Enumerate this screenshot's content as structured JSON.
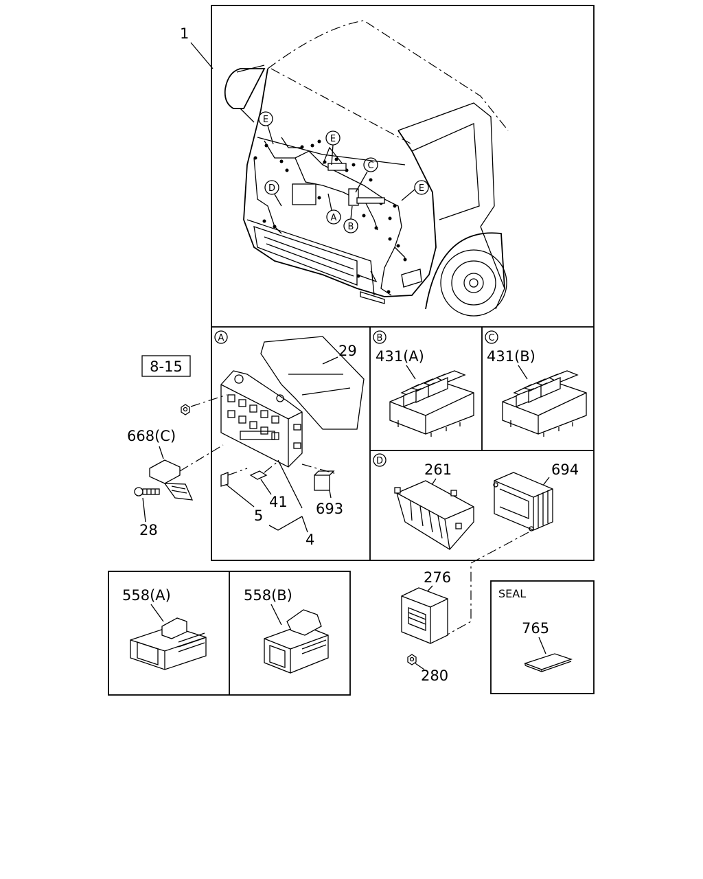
{
  "callouts": {
    "harness": "1",
    "cover": "29",
    "ref_page": "8-15",
    "bracket": "668(C)",
    "bolt": "28",
    "clip": "5",
    "relay_small": "41",
    "fuse_block": "4",
    "relay_block": "693",
    "relay_a": "431(A)",
    "relay_b": "431(B)",
    "tray": "261",
    "ecu_cover": "694",
    "ecu": "276",
    "nut": "280",
    "conn_a": "558(A)",
    "conn_b": "558(B)",
    "seal_part": "765"
  },
  "section_markers": {
    "a": "A",
    "b": "B",
    "c": "C",
    "d": "D",
    "e": "E"
  },
  "seal_label": "SEAL"
}
